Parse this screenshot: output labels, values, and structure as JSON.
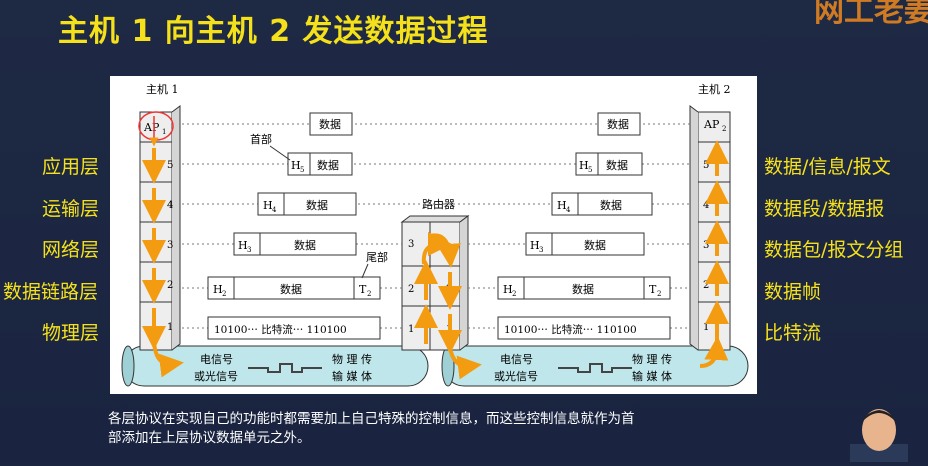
{
  "title": "主机 1 向主机 2 发送数据过程",
  "brand_text": "网工老姜",
  "left_layers": [
    "应用层",
    "运输层",
    "网络层",
    "数据链路层",
    "物理层"
  ],
  "right_units": [
    "数据/信息/报文",
    "数据段/数据报",
    "数据包/报文分组",
    "数据帧",
    "比特流"
  ],
  "diagram": {
    "host1": "主机 1",
    "host2": "主机 2",
    "ap1": "AP",
    "ap1_sub": "1",
    "ap2": "AP",
    "ap2_sub": "2",
    "layer_nums": [
      "5",
      "4",
      "3",
      "2",
      "1"
    ],
    "router_nums": [
      "3",
      "2",
      "1"
    ],
    "router_label": "路由器",
    "header_label": "首部",
    "trailer_label": "尾部",
    "data": "数据",
    "h": "H",
    "h5": "5",
    "h4": "4",
    "h3": "3",
    "h2": "2",
    "t": "T",
    "t2": "2",
    "bits": "10100⋯ 比特流⋯ 110100",
    "signal_line1": "电信号",
    "signal_line2": "或光信号",
    "media_line1": "物 理 传",
    "media_line2": "输 媒 体"
  },
  "footer_line1": "各层协议在实现自己的功能时都需要加上自己特殊的控制信息，而这些控制信息就作为首",
  "footer_line2": "部添加在上层协议数据单元之外。"
}
